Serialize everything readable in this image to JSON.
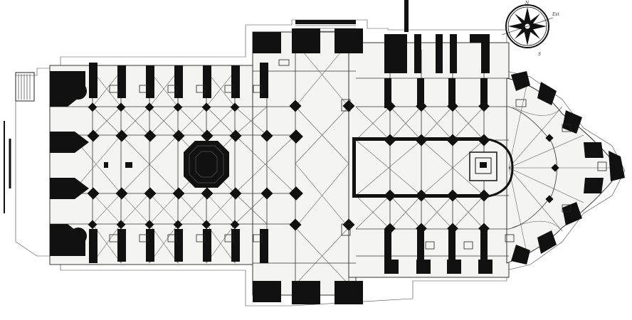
{
  "compass": {
    "north_label": "N",
    "east_label": "Est",
    "south_label": "S",
    "icon": "compass-rose-icon"
  },
  "colors": {
    "ink": "#111111",
    "paper": "#ffffff",
    "floor": "#f4f4f2"
  }
}
